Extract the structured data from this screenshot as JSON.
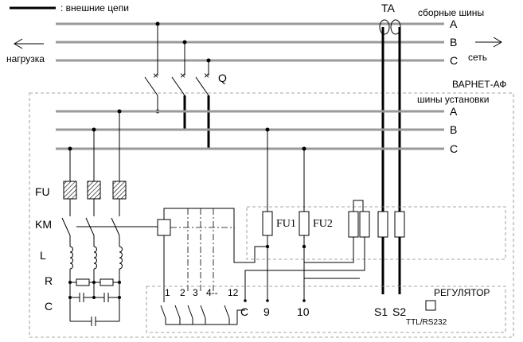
{
  "legend": {
    "text": ": внешние цепи"
  },
  "load": {
    "text": "нагрузка"
  },
  "grid": {
    "text": "сеть"
  },
  "collector_buses": {
    "title": "сборные шины",
    "phases": [
      "A",
      "B",
      "C"
    ]
  },
  "installation_buses": {
    "title": "шины установки",
    "phases": [
      "A",
      "B",
      "C"
    ]
  },
  "current_transformer": {
    "label": "TA"
  },
  "switch": {
    "label": "Q"
  },
  "device": {
    "label": "ВАРНЕТ-АФ"
  },
  "components": {
    "fu": "FU",
    "km": "KM",
    "l": "L",
    "r": "R",
    "c": "C",
    "fu1": "FU1",
    "fu2": "FU2"
  },
  "regulator": {
    "title": "РЕГУЛЯТОР",
    "port": "TTL/RS232",
    "relay_numbers": [
      "1",
      "2",
      "3",
      "4--",
      "12"
    ],
    "terminals": [
      "C",
      "9",
      "10",
      "S1",
      "S2"
    ]
  }
}
